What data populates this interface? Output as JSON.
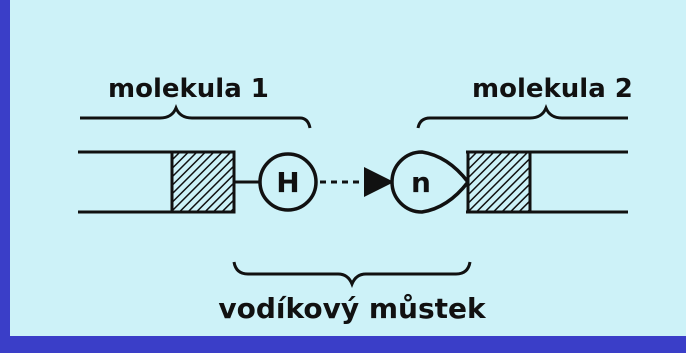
{
  "diagram": {
    "molecule_left_label": "molekula 1",
    "molecule_right_label": "molekula 2",
    "atom_h_label": "H",
    "atom_n_label": "n",
    "bridge_label": "vodíkový můstek"
  },
  "colors": {
    "background": "#3a3ec8",
    "panel": "#cdf2f8",
    "ink": "#111111"
  }
}
